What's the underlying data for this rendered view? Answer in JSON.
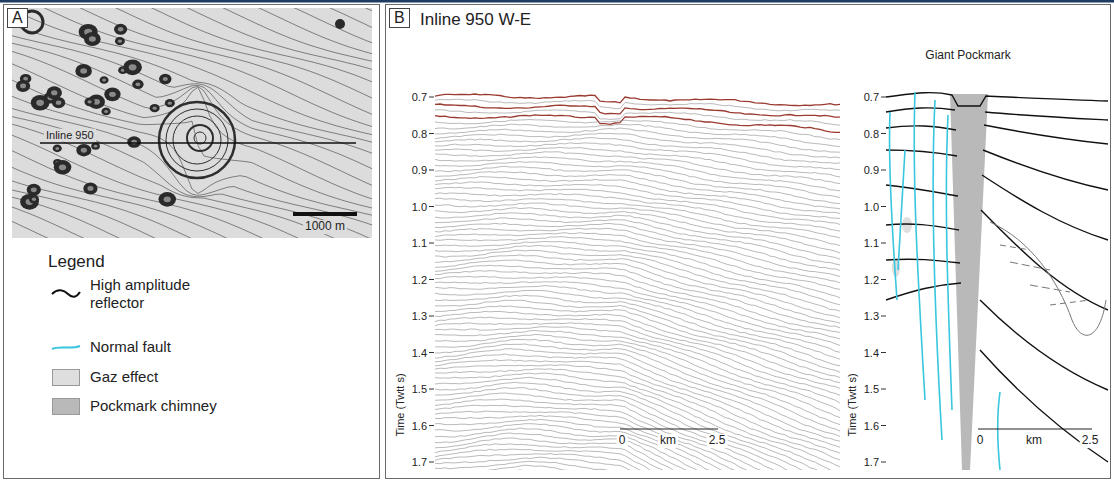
{
  "diagram": {
    "nodes": [
      {
        "text": [
          "A"
        ]
      },
      {
        "text": [
          "B"
        ]
      }
    ],
    "labels": [
      "Inline 950",
      "1000 m",
      "Legend",
      "Inline 950 W-E",
      "Giant Pockmark",
      "0.7",
      "0.8",
      "0.9",
      "1.0",
      "1.1",
      "1.2",
      "1.3",
      "1.4",
      "1.5",
      "1.6",
      "1.7",
      "Time (Twtt s)",
      "0",
      "km",
      "2.5",
      "0.7",
      "0.8",
      "0.9",
      "1.0",
      "1.1",
      "1.2",
      "1.3",
      "1.4",
      "1.5",
      "1.6",
      "1.7",
      "Time (Twtt s)",
      "0",
      "km",
      "2.5"
    ],
    "legend": [
      {
        "text": "High amplitude reflector"
      },
      {
        "text": "Normal fault"
      },
      {
        "text": "Gaz effect",
        "color": "#dedede"
      },
      {
        "text": "Pockmark chimney",
        "color": "#b9b9b9"
      }
    ]
  }
}
